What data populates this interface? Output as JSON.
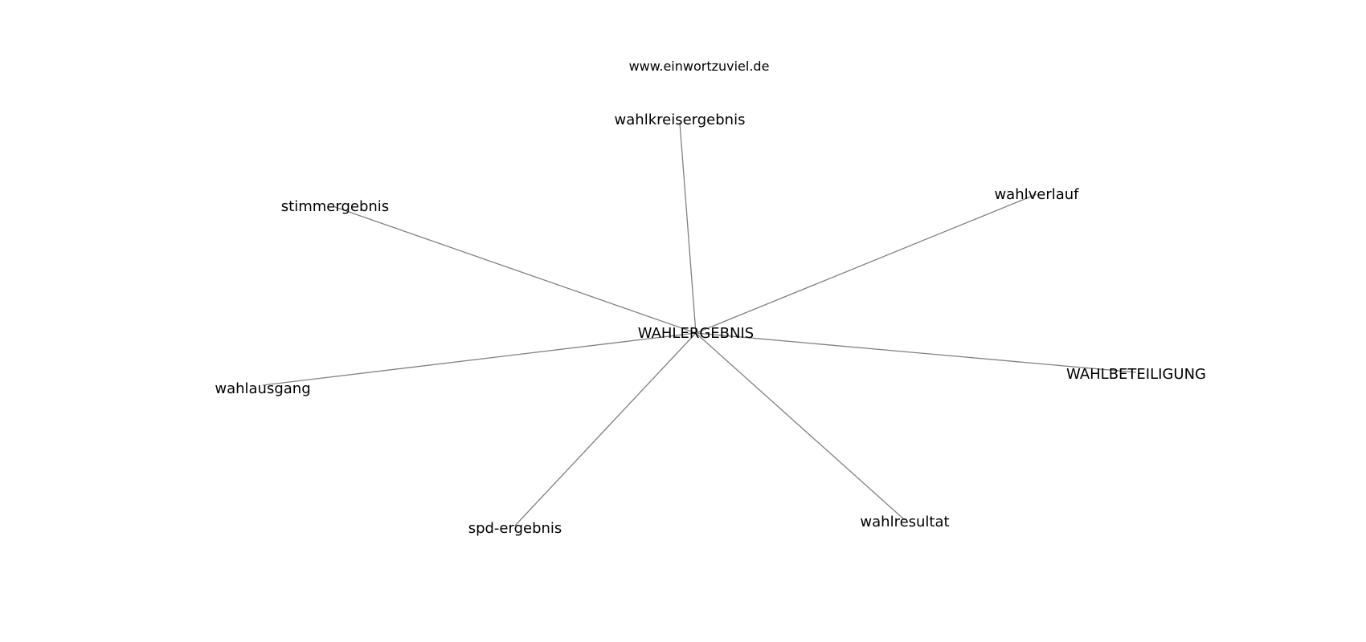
{
  "watermark": "www.einwortzuviel.de",
  "center": {
    "id": "wahlergebnis",
    "label": "WAHLERGEBNIS"
  },
  "nodes": [
    {
      "id": "wahlkreisergebnis",
      "label": "wahlkreisergebnis"
    },
    {
      "id": "wahlverlauf",
      "label": "wahlverlauf"
    },
    {
      "id": "stimmergebnis",
      "label": "stimmergebnis"
    },
    {
      "id": "wahlausgang",
      "label": "wahlausgang"
    },
    {
      "id": "wahlbeteiligung",
      "label": "WAHLBETEILIGUNG"
    },
    {
      "id": "spd-ergebnis",
      "label": "spd-ergebnis"
    },
    {
      "id": "wahlresultat",
      "label": "wahlresultat"
    }
  ],
  "edges": [
    {
      "from": "wahlergebnis",
      "to": "wahlkreisergebnis"
    },
    {
      "from": "wahlergebnis",
      "to": "wahlverlauf"
    },
    {
      "from": "wahlergebnis",
      "to": "stimmergebnis"
    },
    {
      "from": "wahlergebnis",
      "to": "wahlausgang"
    },
    {
      "from": "wahlergebnis",
      "to": "wahlbeteiligung"
    },
    {
      "from": "wahlergebnis",
      "to": "spd-ergebnis"
    },
    {
      "from": "wahlergebnis",
      "to": "wahlresultat"
    }
  ],
  "colors": {
    "edge": "#808080",
    "text": "#000000",
    "background": "#ffffff"
  }
}
